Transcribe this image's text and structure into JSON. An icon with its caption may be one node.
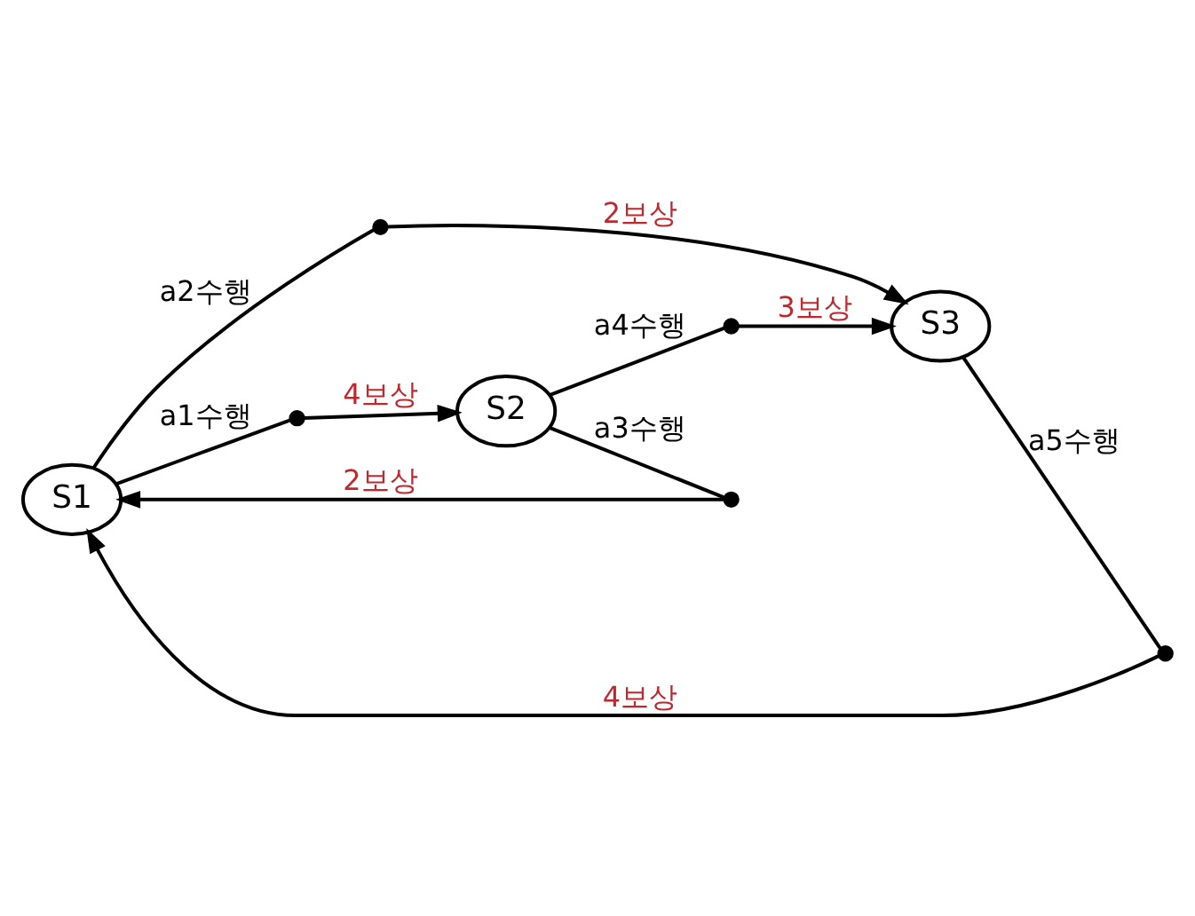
{
  "diagram": {
    "nodes": [
      {
        "text": [
          "S1"
        ]
      },
      {
        "text": [
          "S2"
        ]
      },
      {
        "text": [
          "S3"
        ]
      },
      {
        "text": [],
        "shape": "dot"
      },
      {
        "text": [],
        "shape": "dot"
      },
      {
        "text": [],
        "shape": "dot"
      },
      {
        "text": [],
        "shape": "dot"
      },
      {
        "text": [],
        "shape": "dot"
      }
    ],
    "edges": [
      {
        "from": 0,
        "to": 3,
        "arrow": "none",
        "label": "a1수행"
      },
      {
        "from": 3,
        "to": 1,
        "arrow": "to",
        "label": "4보상"
      },
      {
        "from": 1,
        "to": 4,
        "arrow": "none",
        "label": "a3수행"
      },
      {
        "from": 4,
        "to": 0,
        "arrow": "to",
        "label": "2보상"
      },
      {
        "from": 1,
        "to": 5,
        "arrow": "none",
        "label": "a4수행"
      },
      {
        "from": 5,
        "to": 2,
        "arrow": "to",
        "label": "3보상"
      },
      {
        "from": 0,
        "to": 6,
        "arrow": "none",
        "label": "a2수행"
      },
      {
        "from": 6,
        "to": 2,
        "arrow": "to",
        "label": "2보상"
      },
      {
        "from": 2,
        "to": 7,
        "arrow": "none",
        "label": "a5수행"
      },
      {
        "from": 7,
        "to": 0,
        "arrow": "to",
        "label": "4보상"
      }
    ]
  }
}
